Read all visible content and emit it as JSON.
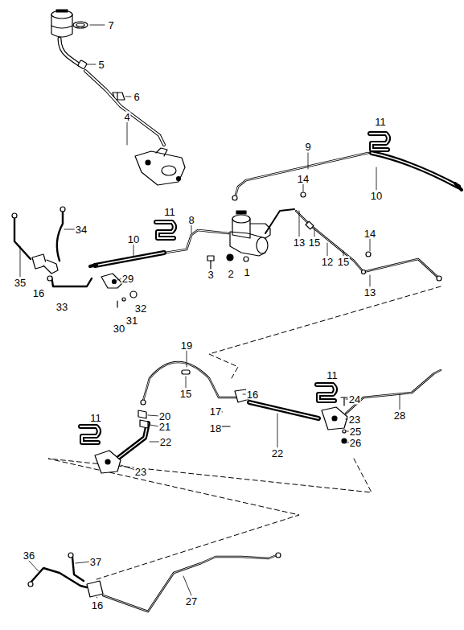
{
  "diagram": {
    "labels": [
      "7",
      "5",
      "6",
      "4",
      "11",
      "9",
      "10",
      "14",
      "34",
      "11",
      "8",
      "10",
      "13",
      "15",
      "12",
      "15",
      "14",
      "13",
      "29",
      "35",
      "16",
      "33",
      "3",
      "2",
      "1",
      "32",
      "30",
      "31",
      "19",
      "15",
      "16",
      "11",
      "28",
      "24",
      "20",
      "21",
      "22",
      "17",
      "18",
      "22",
      "23",
      "25",
      "26",
      "11",
      "23",
      "36",
      "37",
      "16",
      "27"
    ]
  }
}
